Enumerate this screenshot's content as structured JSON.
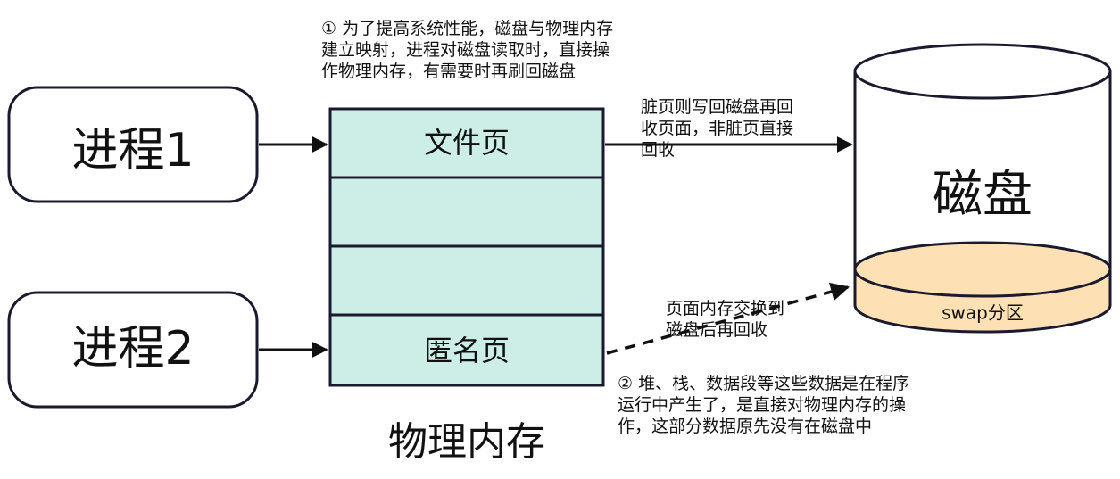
{
  "processes": [
    {
      "label": "进程1"
    },
    {
      "label": "进程2"
    }
  ],
  "memory": {
    "title": "物理内存",
    "pages": [
      {
        "label": "文件页"
      },
      {
        "label": ""
      },
      {
        "label": ""
      },
      {
        "label": "匿名页"
      }
    ]
  },
  "disk": {
    "label": "磁盘",
    "swap_label": "swap分区"
  },
  "notes": {
    "mapping_lines": [
      "① 为了提高系统性能，磁盘与物理内存",
      "建立映射，进程对磁盘读取时，直接操",
      "作物理内存，有需要时再刷回磁盘"
    ],
    "dirty_page_lines": [
      "脏页则写回磁盘再回",
      "收页面，非脏页直接",
      "回收"
    ],
    "swap_lines": [
      "页面内存交换到",
      "磁盘后再回收"
    ],
    "anon_lines": [
      "② 堆、栈、数据段等这些数据是在程序",
      "运行中产生了，是直接对物理内存的操",
      "作，这部分数据原先没有在磁盘中"
    ]
  },
  "colors": {
    "page_fill": "#cdeee6",
    "swap_fill": "#fde0b4",
    "stroke": "#1a1a2e"
  }
}
